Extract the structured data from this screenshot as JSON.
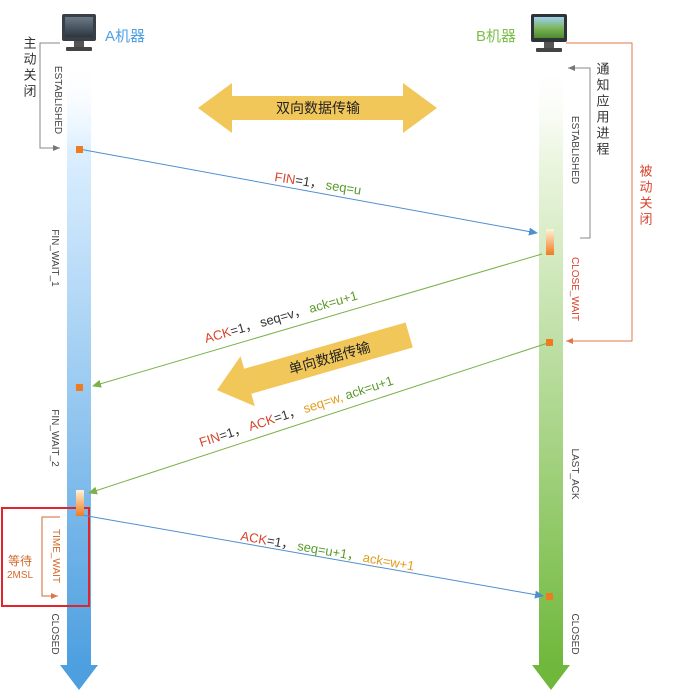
{
  "colors": {
    "fin": "#d9432c",
    "ack": "#d9432c",
    "seq": "#5a9a2a",
    "ack_num": "#e39b1c",
    "a_axis": "#4d9fe0",
    "b_axis": "#7bbf4a",
    "big_arrow": "#f2c75a",
    "redbox": "#e0262a",
    "orange_state": "#d26a2c",
    "gray": "#555555"
  },
  "hosts": {
    "a": {
      "label": "A机器",
      "icon": "monitor-icon"
    },
    "b": {
      "label": "B机器",
      "icon": "monitor-icon"
    }
  },
  "arrows": {
    "duplex": "双向数据传输",
    "simplex": "单向数据传输"
  },
  "a_states": {
    "established": "ESTABLISHED",
    "fin_wait_1": "FIN_WAIT_1",
    "fin_wait_2": "FIN_WAIT_2",
    "time_wait": "TIME_WAIT",
    "closed": "CLOSED"
  },
  "b_states": {
    "established": "ESTABLISHED",
    "close_wait": "CLOSE_WAIT",
    "last_ack": "LAST_ACK",
    "closed": "CLOSED"
  },
  "notes": {
    "active_close": "主动关闭",
    "notify_app": "通知应用进程",
    "passive_close": "被动关闭",
    "wait": "等待",
    "two_msl": "2MSL"
  },
  "messages": {
    "m1": {
      "fin": "FIN",
      "fin_val": "=1，",
      "seq": "seq=u"
    },
    "m2": {
      "ack": "ACK",
      "ack_val": "=1，",
      "seq": "seq=v，",
      "ack_num": "ack=u+1"
    },
    "m3": {
      "fin": "FIN",
      "fin_val": "=1，",
      "ack": "ACK",
      "ack_val": "=1，",
      "seq": "seq=w,",
      "ack_num": "ack=u+1"
    },
    "m4": {
      "ack": "ACK",
      "ack_val": "=1，",
      "seq": "seq=u+1，",
      "ack_num": "ack=w+1"
    }
  }
}
